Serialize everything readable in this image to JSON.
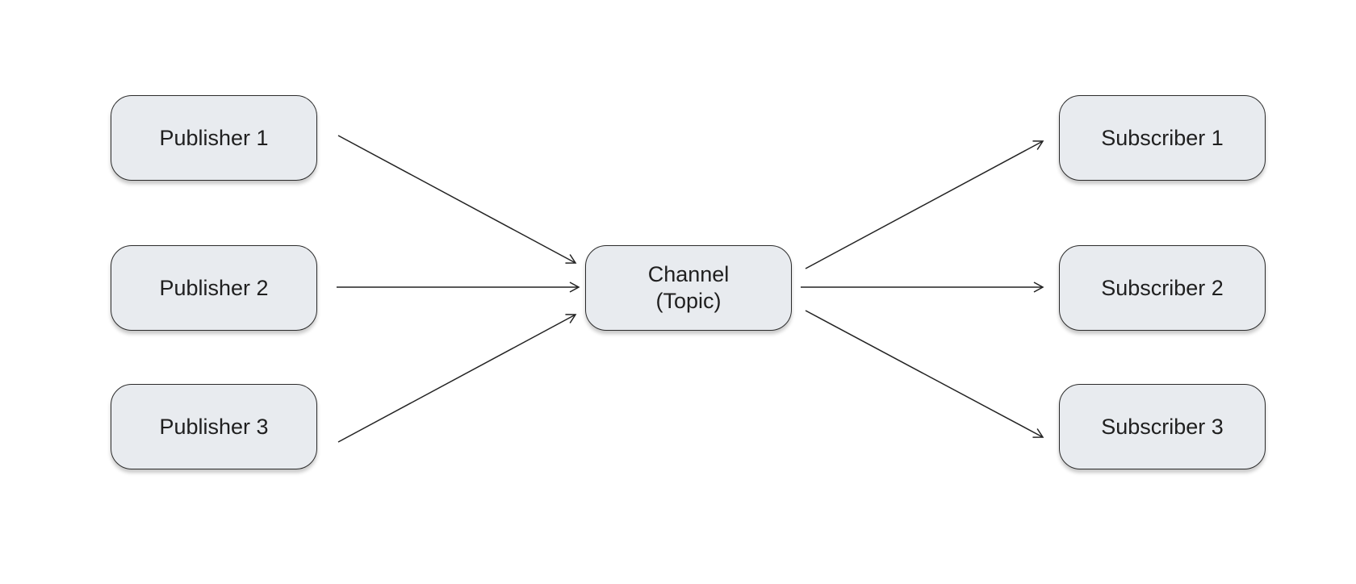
{
  "colors": {
    "node_fill": "#e8ebef",
    "node_border": "#2b2b2b",
    "edge": "#222222",
    "background": "#ffffff"
  },
  "nodes": {
    "publisher_1": "Publisher 1",
    "publisher_2": "Publisher 2",
    "publisher_3": "Publisher 3",
    "channel_line1": "Channel",
    "channel_line2": "(Topic)",
    "subscriber_1": "Subscriber 1",
    "subscriber_2": "Subscriber 2",
    "subscriber_3": "Subscriber 3"
  },
  "edges": [
    {
      "from": "Publisher 1",
      "to": "Channel (Topic)"
    },
    {
      "from": "Publisher 2",
      "to": "Channel (Topic)"
    },
    {
      "from": "Publisher 3",
      "to": "Channel (Topic)"
    },
    {
      "from": "Channel (Topic)",
      "to": "Subscriber 1"
    },
    {
      "from": "Channel (Topic)",
      "to": "Subscriber 2"
    },
    {
      "from": "Channel (Topic)",
      "to": "Subscriber 3"
    }
  ]
}
